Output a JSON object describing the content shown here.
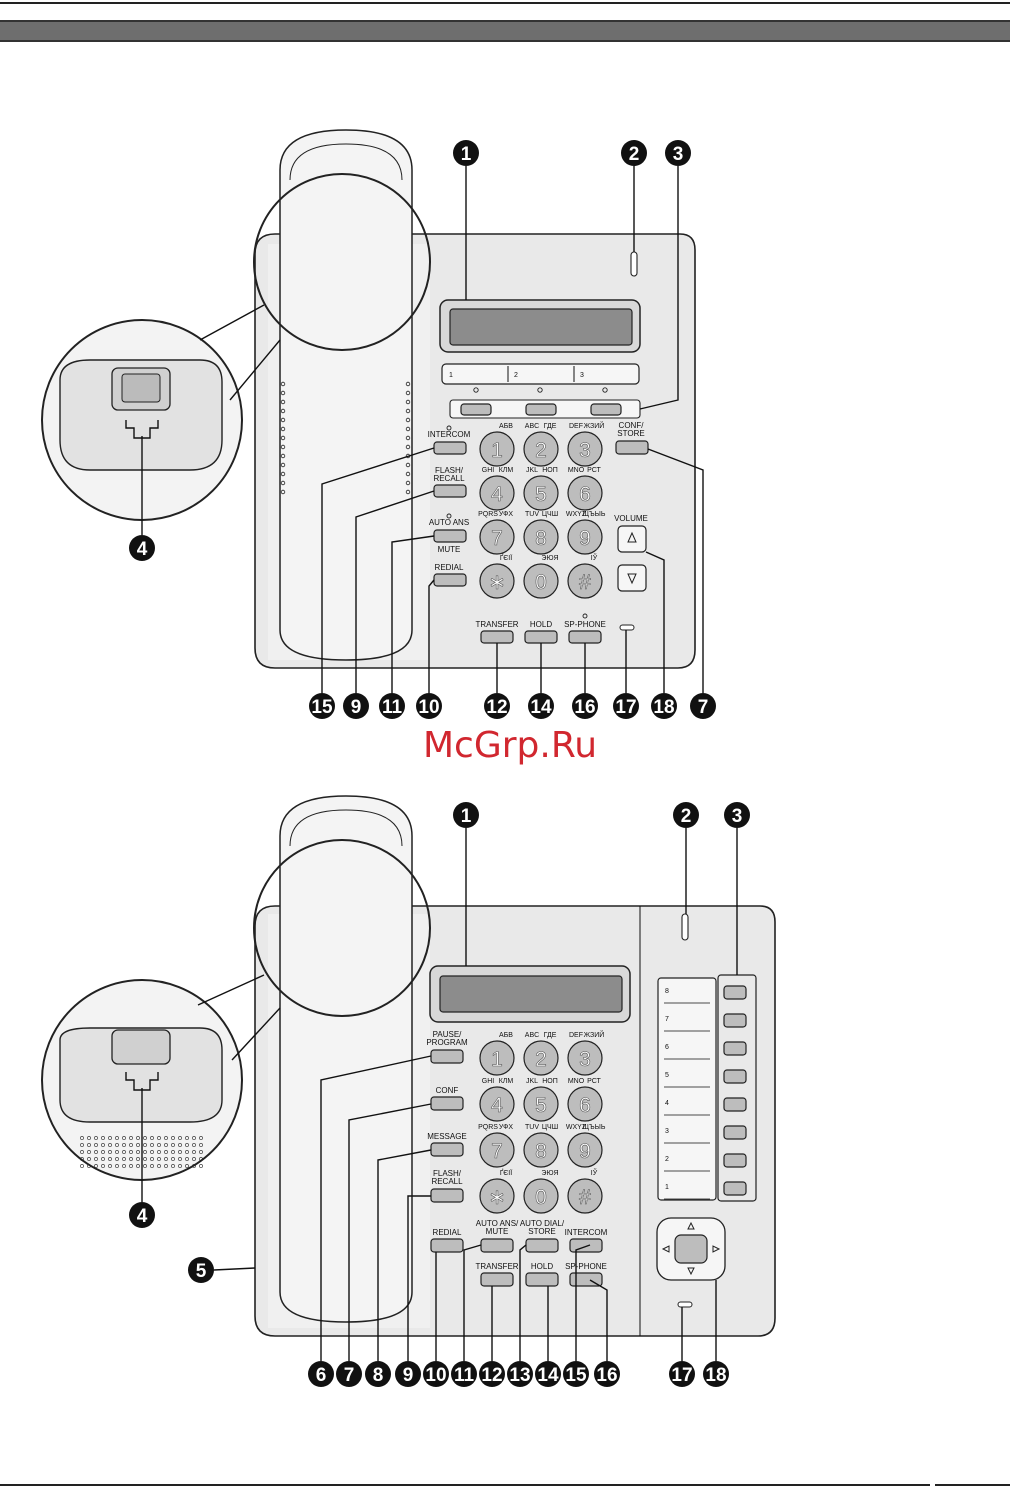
{
  "watermark": "McGrp.Ru",
  "phone_top": {
    "line_labels": [
      "1",
      "2",
      "3"
    ],
    "left_buttons": [
      "INTERCOM",
      "FLASH/\nRECALL",
      "AUTO ANS",
      "REDIAL"
    ],
    "mute_label": "MUTE",
    "conf_store": "CONF/\nSTORE",
    "volume": "VOLUME",
    "bottom_buttons": [
      "TRANSFER",
      "HOLD",
      "SP-PHONE"
    ],
    "callouts_top": [
      "1",
      "2",
      "3"
    ],
    "callout_left": "4",
    "callouts_bottom": [
      "15",
      "9",
      "11",
      "10",
      "12",
      "14",
      "16",
      "17",
      "18",
      "7"
    ]
  },
  "phone_bottom": {
    "left_buttons": [
      "PAUSE/\nPROGRAM",
      "CONF",
      "MESSAGE",
      "FLASH/\nRECALL",
      "REDIAL"
    ],
    "mid_buttons": [
      "AUTO ANS/\nMUTE",
      "AUTO DIAL/\nSTORE",
      "INTERCOM"
    ],
    "lower_buttons": [
      "TRANSFER",
      "HOLD",
      "SP-PHONE"
    ],
    "dss_labels": [
      "8",
      "7",
      "6",
      "5",
      "4",
      "3",
      "2",
      "1"
    ],
    "callouts_top": [
      "1",
      "2",
      "3"
    ],
    "callouts_left": [
      "4",
      "5"
    ],
    "callouts_bottom": [
      "6",
      "7",
      "8",
      "9",
      "10",
      "11",
      "12",
      "13",
      "14",
      "15",
      "16",
      "17",
      "18"
    ]
  },
  "keypad": {
    "digits": [
      "1",
      "2",
      "3",
      "4",
      "5",
      "6",
      "7",
      "8",
      "9",
      "∗",
      "0",
      "#"
    ],
    "letters": [
      [
        "",
        "АБВ"
      ],
      [
        "ABC",
        "ГДЕ"
      ],
      [
        "DEF",
        "ЖЗИЙ"
      ],
      [
        "GHI",
        "КЛМ"
      ],
      [
        "JKL",
        "НОП"
      ],
      [
        "MNO",
        "РСТ"
      ],
      [
        "PQRS",
        "УФХ"
      ],
      [
        "TUV",
        "ЦЧШ"
      ],
      [
        "WXYZ",
        "ЩЪЫЬ"
      ],
      [
        "",
        "ҐЄІЇ"
      ],
      [
        "",
        "ЭЮЯ"
      ],
      [
        "",
        "ІЎ"
      ]
    ]
  },
  "colors": {
    "body": "#e9e9e9",
    "outline": "#222222",
    "callout": "#111111",
    "button": "#bdbdbd",
    "display": "#8c8c8c",
    "watermark": "#d1272f"
  }
}
